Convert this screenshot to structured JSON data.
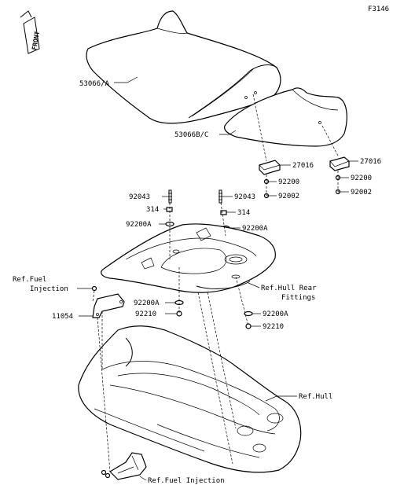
{
  "figure_code": "F3146",
  "front_badge": "FRONT",
  "parts": {
    "seat_front": "53066/A",
    "seat_rear": "53066B/C",
    "stopper_left": "27016",
    "stopper_right": "27016",
    "washer_left": "92200",
    "washer_right": "92200",
    "screw_left": "92002",
    "screw_right": "92002",
    "stud_left": "92043",
    "stud_right": "92043",
    "nut_left": "314",
    "nut_right": "314",
    "washer_a_upper_left": "92200A",
    "washer_a_upper_right": "92200A",
    "washer_a_lower_left": "92200A",
    "washer_a_lower_right": "92200A",
    "nut_lower_left": "92210",
    "nut_lower_right": "92210",
    "bracket": "11054"
  },
  "references": {
    "fuel_injection_top_1": "Ref.Fuel",
    "fuel_injection_top_2": "Injection",
    "hull_rear_fittings_1": "Ref.Hull Rear",
    "hull_rear_fittings_2": "Fittings",
    "hull": "Ref.Hull",
    "fuel_injection_bottom": "Ref.Fuel Injection"
  }
}
